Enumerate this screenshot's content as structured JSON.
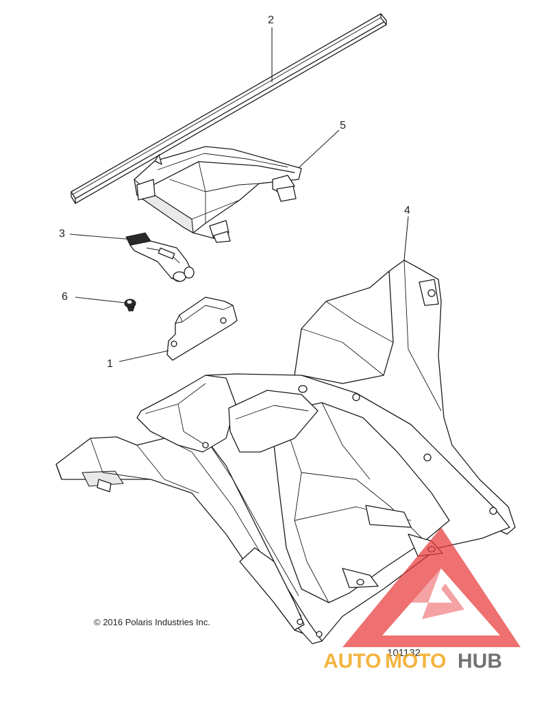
{
  "callouts": {
    "c1": "1",
    "c2": "2",
    "c3": "3",
    "c4": "4",
    "c5": "5",
    "c6": "6"
  },
  "copyright": "© 2016 Polaris Industries Inc.",
  "figure_number": "101132",
  "watermark": {
    "part_a": "AUTO",
    "part_b": "MOTO",
    "part_c": "HUB",
    "colors": {
      "red": "#e8393a",
      "orange": "#f2a71e",
      "gray": "#5a5a5a"
    }
  }
}
